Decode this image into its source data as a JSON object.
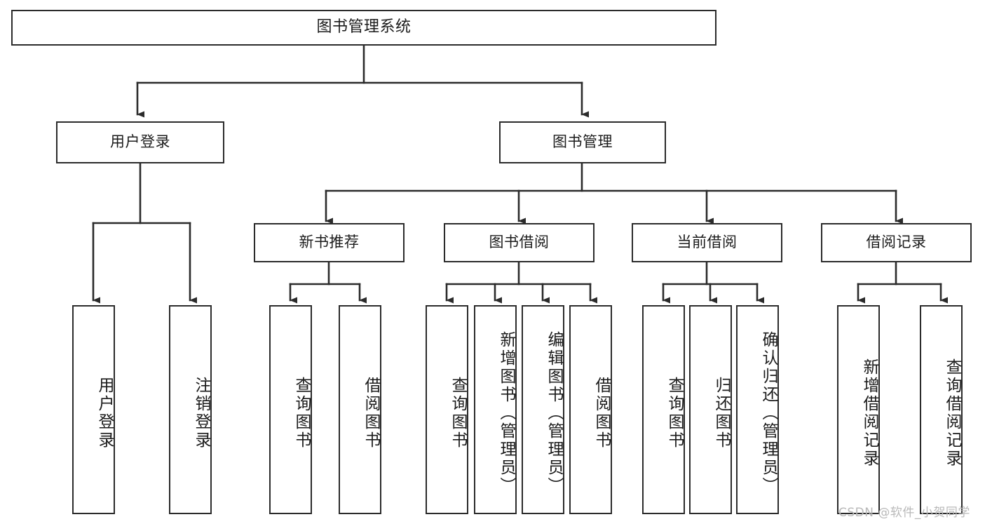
{
  "diagram": {
    "title": "图书管理系统",
    "type": "tree-hierarchy",
    "levels": 4,
    "root": {
      "label": "图书管理系统"
    },
    "level2": [
      {
        "label": "用户登录"
      },
      {
        "label": "图书管理"
      }
    ],
    "level3": [
      {
        "label": "新书推荐"
      },
      {
        "label": "图书借阅"
      },
      {
        "label": "当前借阅"
      },
      {
        "label": "借阅记录"
      }
    ],
    "leaves": {
      "user_login": [
        {
          "label": "用户登录"
        },
        {
          "label": "注销登录"
        }
      ],
      "new_book_recommend": [
        {
          "label": "查询图书"
        },
        {
          "label": "借阅图书"
        }
      ],
      "book_borrow": [
        {
          "label": "查询图书"
        },
        {
          "label": "新增图书（管理员）"
        },
        {
          "label": "编辑图书（管理员）"
        },
        {
          "label": "借阅图书"
        }
      ],
      "current_borrow": [
        {
          "label": "查询图书"
        },
        {
          "label": "归还图书"
        },
        {
          "label": "确认归还（管理员）"
        }
      ],
      "borrow_record": [
        {
          "label": "新增借阅记录"
        },
        {
          "label": "查询借阅记录"
        }
      ]
    }
  },
  "watermark": {
    "text": "CSDN @软件_小贺同学"
  },
  "colors": {
    "line": "#2b2b2b",
    "box_fill": "#ffffff",
    "text": "#1b1b1b",
    "watermark": "#b9b9b9"
  }
}
